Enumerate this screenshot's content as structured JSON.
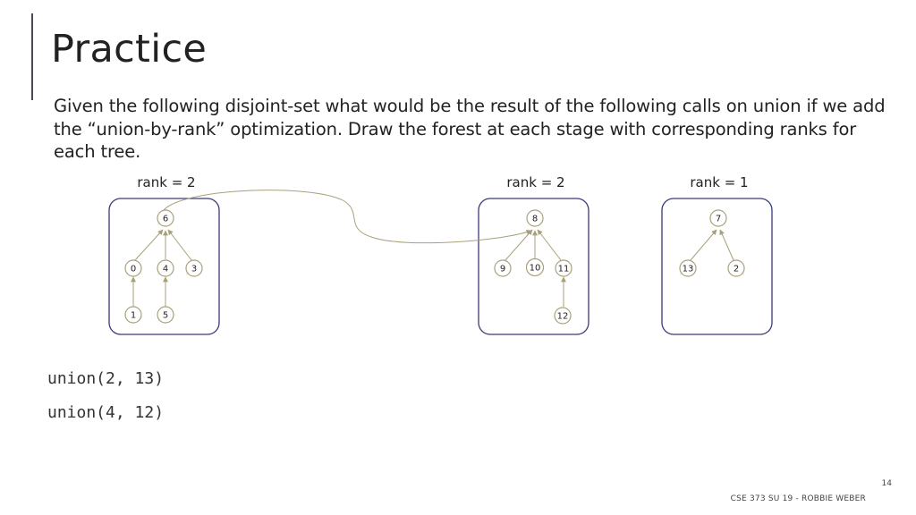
{
  "slide": {
    "title": "Practice",
    "body": "Given the following disjoint-set what would be the result of the following calls on union if we add the “union-by-rank” optimization. Draw the forest at each stage with corresponding ranks for each tree.",
    "page_number": "14",
    "footer": "CSE 373 SU 19 - ROBBIE WEBER"
  },
  "forest": {
    "colors": {
      "box": "#3a3a7a",
      "node": "#a9a07a",
      "accent": "#4a4a5a"
    },
    "trees": [
      {
        "rank_label": "rank = 2",
        "root": "6",
        "nodes": [
          "6",
          "0",
          "4",
          "3",
          "1",
          "5"
        ],
        "edges": [
          [
            "0",
            "6"
          ],
          [
            "4",
            "6"
          ],
          [
            "3",
            "6"
          ],
          [
            "1",
            "0"
          ],
          [
            "5",
            "4"
          ]
        ]
      },
      {
        "rank_label": "rank = 2",
        "root": "8",
        "nodes": [
          "8",
          "9",
          "10",
          "11",
          "12"
        ],
        "edges": [
          [
            "9",
            "8"
          ],
          [
            "10",
            "8"
          ],
          [
            "11",
            "8"
          ],
          [
            "12",
            "11"
          ],
          [
            "6",
            "8"
          ]
        ]
      },
      {
        "rank_label": "rank = 1",
        "root": "7",
        "nodes": [
          "7",
          "13",
          "2"
        ],
        "edges": [
          [
            "13",
            "7"
          ],
          [
            "2",
            "7"
          ]
        ]
      }
    ]
  },
  "code": {
    "line1": "union(2, 13)",
    "line2": "union(4, 12)"
  }
}
